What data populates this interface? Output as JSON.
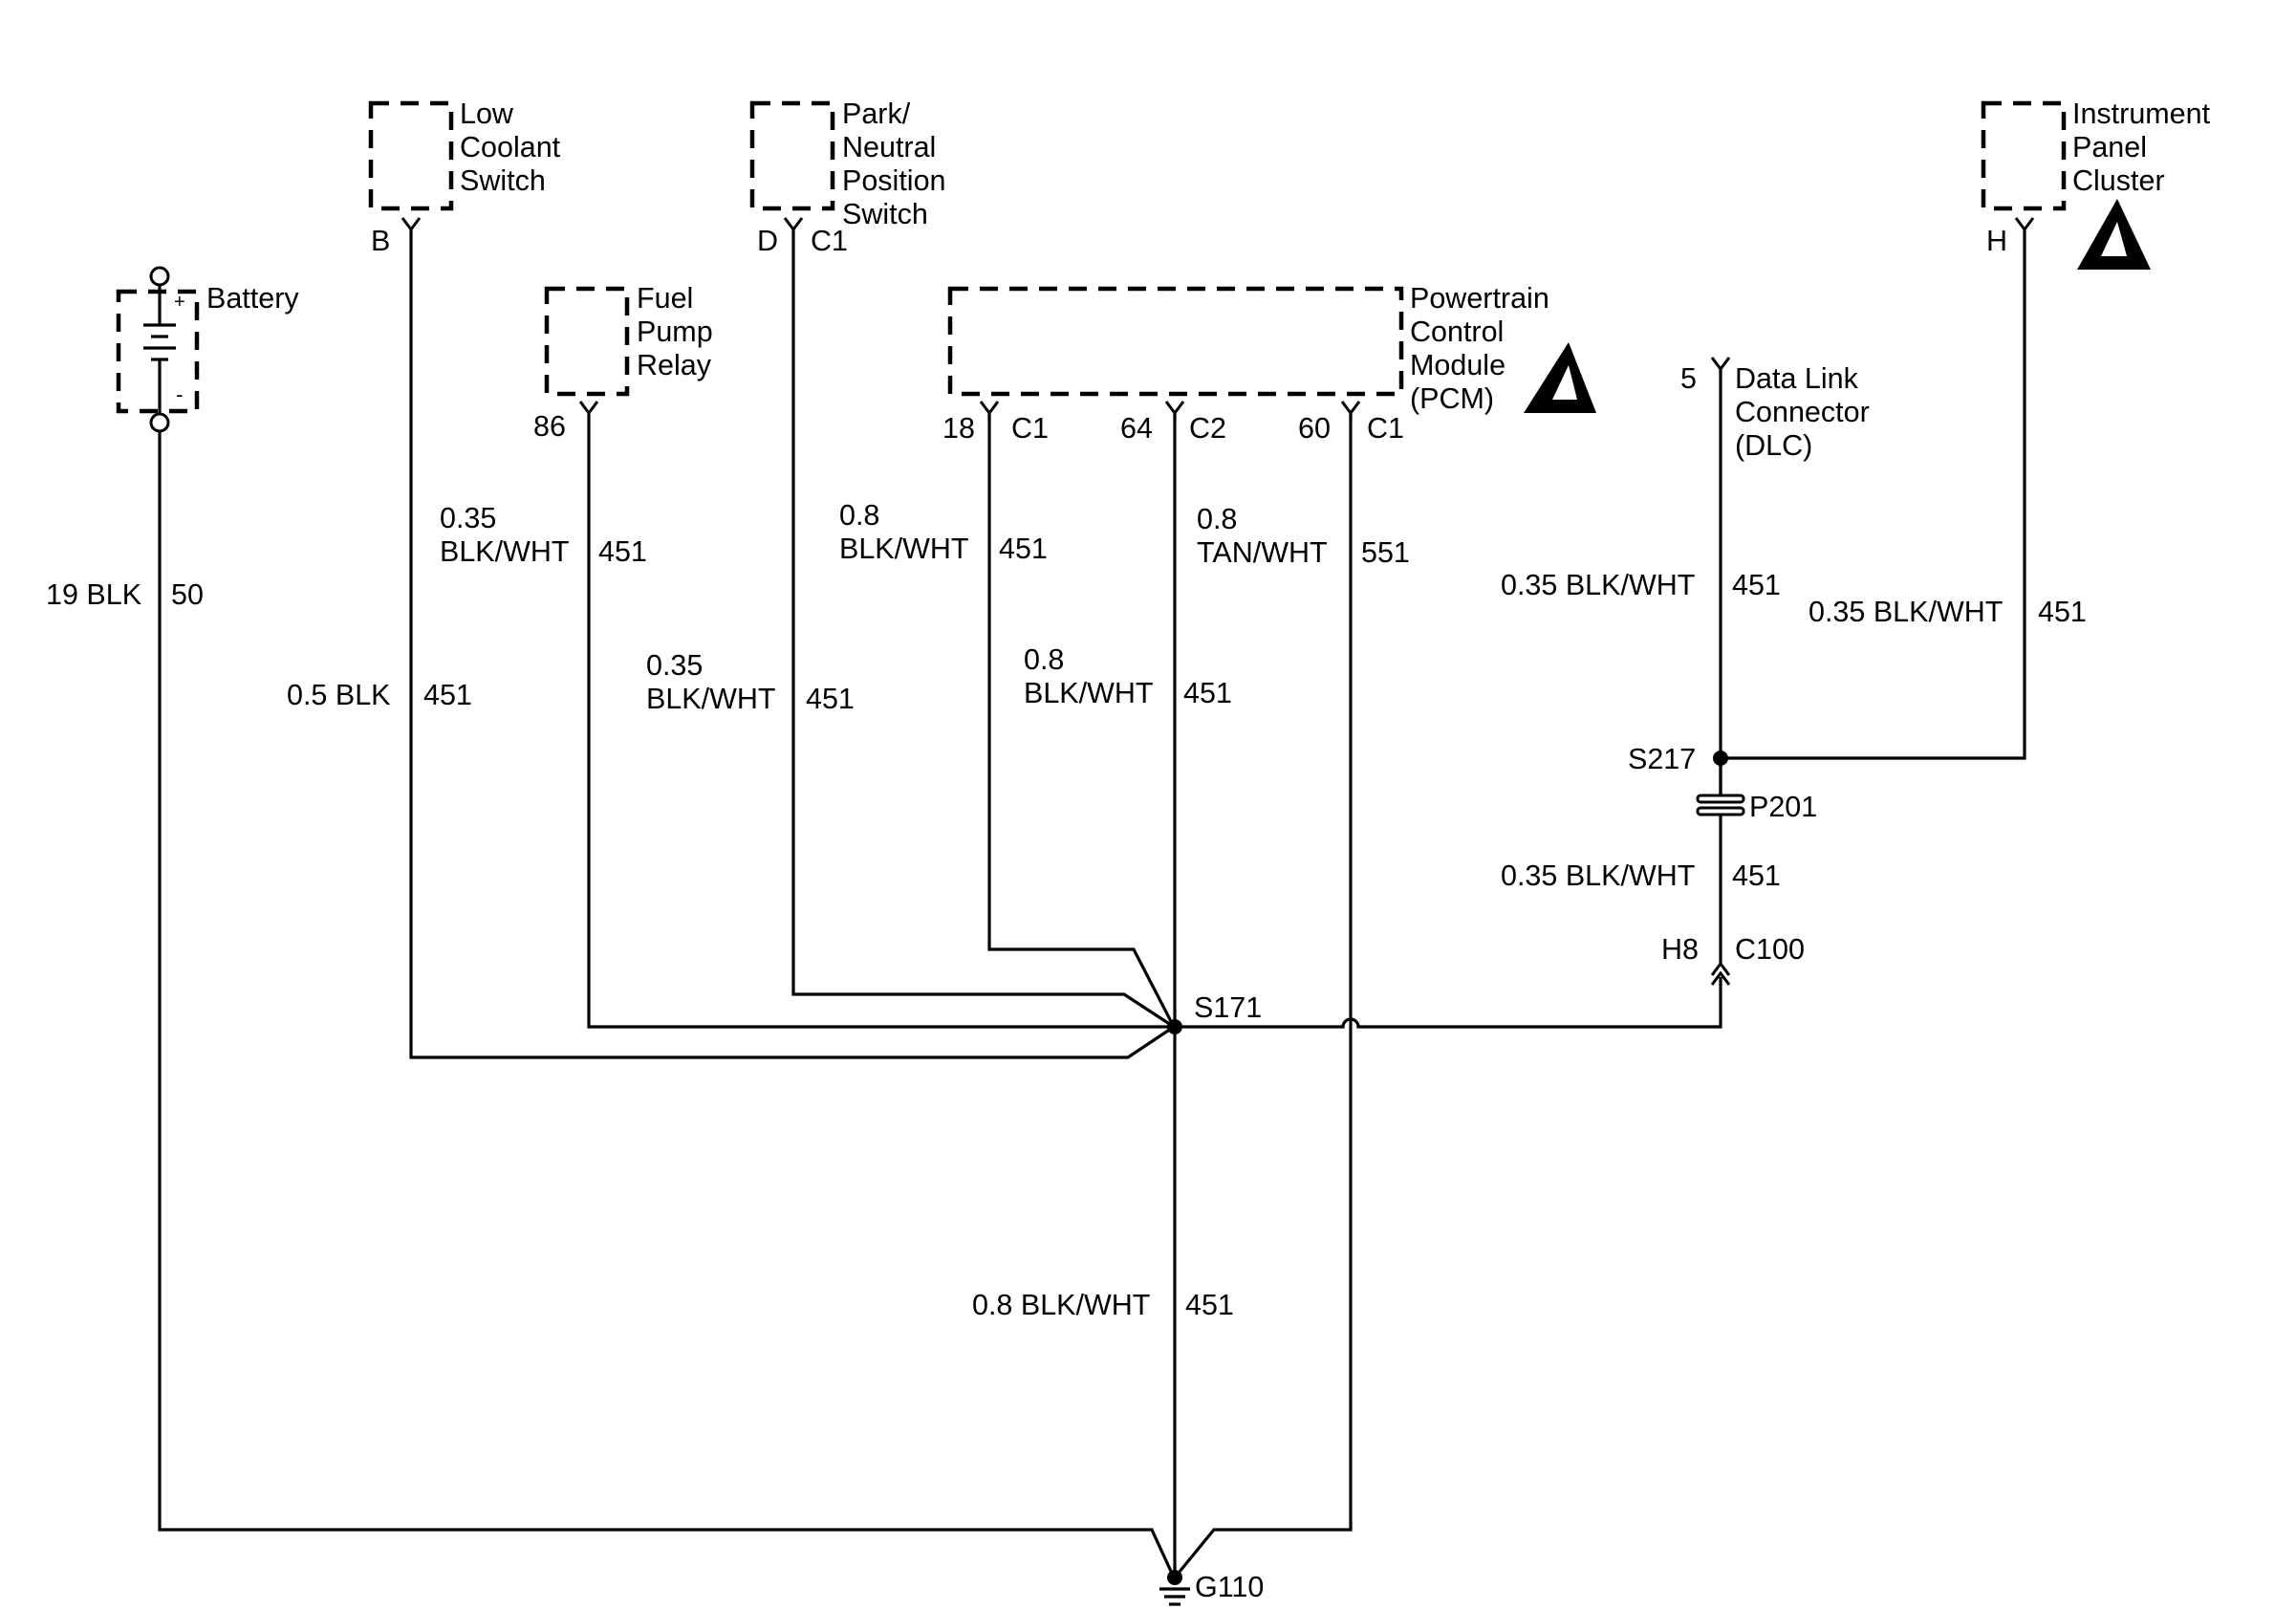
{
  "components": {
    "battery": "Battery",
    "battery_plus": "+",
    "battery_minus": "-",
    "low_coolant": [
      "Low",
      "Coolant",
      "Switch"
    ],
    "park_neutral": [
      "Park/",
      "Neutral",
      "Position",
      "Switch"
    ],
    "fuel_pump": [
      "Fuel",
      "Pump",
      "Relay"
    ],
    "pcm": [
      "Powertrain",
      "Control",
      "Module",
      "(PCM)"
    ],
    "ipc": [
      "Instrument",
      "Panel",
      "Cluster"
    ],
    "dlc": [
      "Data Link",
      "Connector",
      "(DLC)"
    ]
  },
  "pins": {
    "low_coolant": "B",
    "park_neutral_pin": "D",
    "park_neutral_conn": "C1",
    "fuel_pump": "86",
    "pcm_18": "18",
    "pcm_18_conn": "C1",
    "pcm_64": "64",
    "pcm_64_conn": "C2",
    "pcm_60": "60",
    "pcm_60_conn": "C1",
    "dlc": "5",
    "ipc": "H"
  },
  "wires": {
    "battery": {
      "size": "19 BLK",
      "circuit": "50"
    },
    "coolant_top": {
      "size": "0.35",
      "color": "BLK/WHT",
      "circuit": "451"
    },
    "coolant_bottom": {
      "size": "0.5 BLK",
      "circuit": "451"
    },
    "fuel_pump": {
      "size": "0.35",
      "color": "BLK/WHT",
      "circuit": "451"
    },
    "park_neutral": {
      "size": "0.8",
      "color": "BLK/WHT",
      "circuit": "451"
    },
    "pcm_18": {
      "size": "0.8",
      "color": "BLK/WHT",
      "circuit": "451"
    },
    "pcm_60": {
      "size": "0.8",
      "color": "TAN/WHT",
      "circuit": "551"
    },
    "dlc": {
      "size": "0.35 BLK/WHT",
      "circuit": "451"
    },
    "ipc": {
      "size": "0.35 BLK/WHT",
      "circuit": "451"
    },
    "c100": {
      "size": "0.35 BLK/WHT",
      "circuit": "451"
    },
    "ground": {
      "size": "0.8 BLK/WHT",
      "circuit": "451"
    }
  },
  "splices": {
    "s217": "S217",
    "p201": "P201",
    "h8": "H8",
    "c100": "C100",
    "s171": "S171",
    "g110": "G110"
  }
}
